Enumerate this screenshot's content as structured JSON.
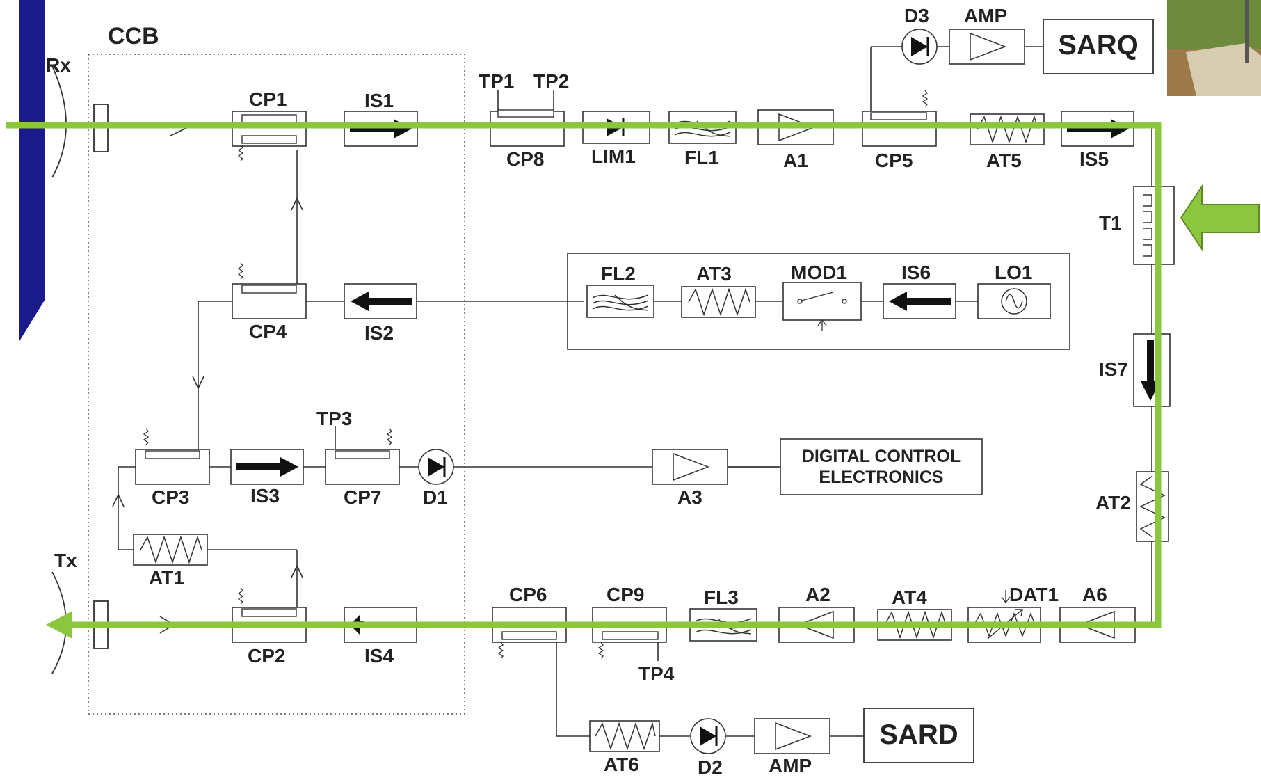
{
  "labels": {
    "ccb": "CCB",
    "rx": "Rx",
    "tx": "Tx",
    "cp1": "CP1",
    "cp2": "CP2",
    "cp3": "CP3",
    "cp4": "CP4",
    "cp5": "CP5",
    "cp6": "CP6",
    "cp7": "CP7",
    "cp8": "CP8",
    "cp9": "CP9",
    "is1": "IS1",
    "is2": "IS2",
    "is3": "IS3",
    "is4": "IS4",
    "is5": "IS5",
    "is6": "IS6",
    "is7": "IS7",
    "tp1": "TP1",
    "tp2": "TP2",
    "tp3": "TP3",
    "tp4": "TP4",
    "lim1": "LIM1",
    "fl1": "FL1",
    "fl2": "FL2",
    "fl3": "FL3",
    "a1": "A1",
    "a2": "A2",
    "a3": "A3",
    "a6": "A6",
    "at1": "AT1",
    "at2": "AT2",
    "at3": "AT3",
    "at4": "AT4",
    "at5": "AT5",
    "at6": "AT6",
    "dat1": "DAT1",
    "mod1": "MOD1",
    "lo1": "LO1",
    "t1": "T1",
    "d1": "D1",
    "d2": "D2",
    "d3": "D3",
    "amp_top": "AMP",
    "amp_bottom": "AMP",
    "sarq": "SARQ",
    "sard": "SARD",
    "dce_line1": "DIGITAL CONTROL",
    "dce_line2": "ELECTRONICS"
  },
  "colors": {
    "signal_path": "#8cc63f",
    "wire": "#333333",
    "slide_bar": "#1a1a8a",
    "photo_sky": "#6e8a3c",
    "photo_ground": "#c9b79a"
  }
}
